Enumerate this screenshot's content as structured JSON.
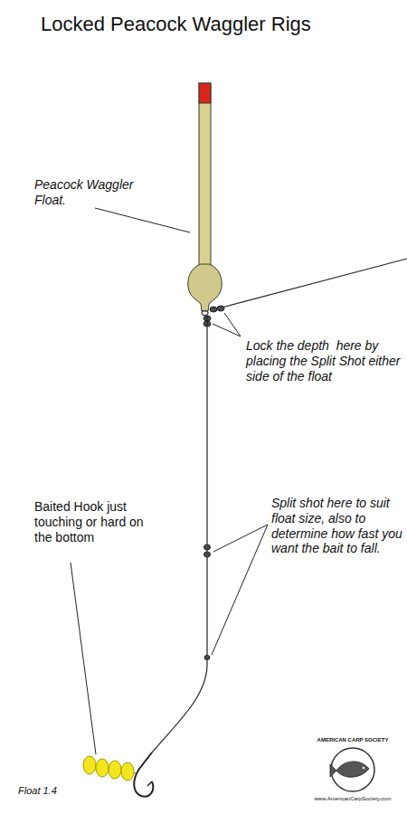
{
  "diagram": {
    "title": "Locked Peacock Waggler Rigs",
    "labels": [
      "Peacock Waggler Float.",
      "Lock the depth  here by placing the Split Shot either side of the float",
      "Split shot here to suit float size, also to determine how fast you want the bait to fall.",
      "Baited Hook just touching or hard on the bottom",
      "Float 1.4",
      "AMERICAN CARP SOCIETY",
      "www.AmericanCarpSociety.com"
    ]
  }
}
